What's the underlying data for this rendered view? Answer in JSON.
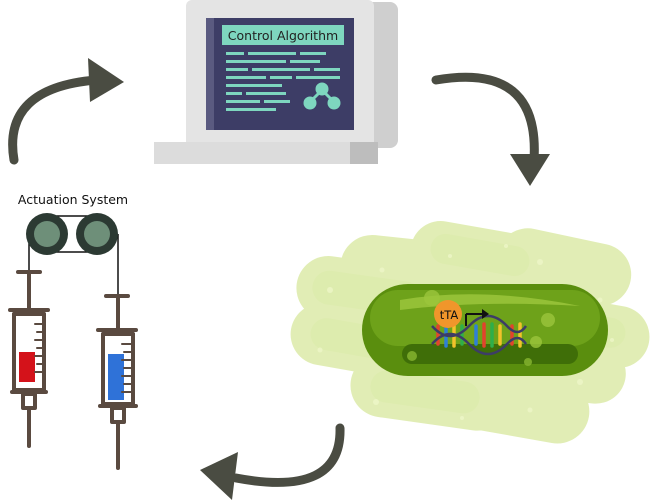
{
  "computer": {
    "screen_title": "Control Algorithm"
  },
  "actuation": {
    "label": "Actuation System"
  },
  "cell": {
    "gene_label": "tTA"
  },
  "colors": {
    "arrow": "#4a4c42",
    "screen_bg": "#3d3d66",
    "screen_text": "#7ed6bf",
    "monitor": "#e3e3e3",
    "cell_dark": "#5a8e0e",
    "cell_light": "#c9e07a",
    "ta_circle": "#f0962b",
    "syringe_red": "#d4121a",
    "syringe_blue": "#2f72d8",
    "reel": "#2c3a33"
  },
  "icons": [
    "cycle-arrow-icon",
    "network-icon",
    "promoter-arrow-icon",
    "dna-icon"
  ]
}
